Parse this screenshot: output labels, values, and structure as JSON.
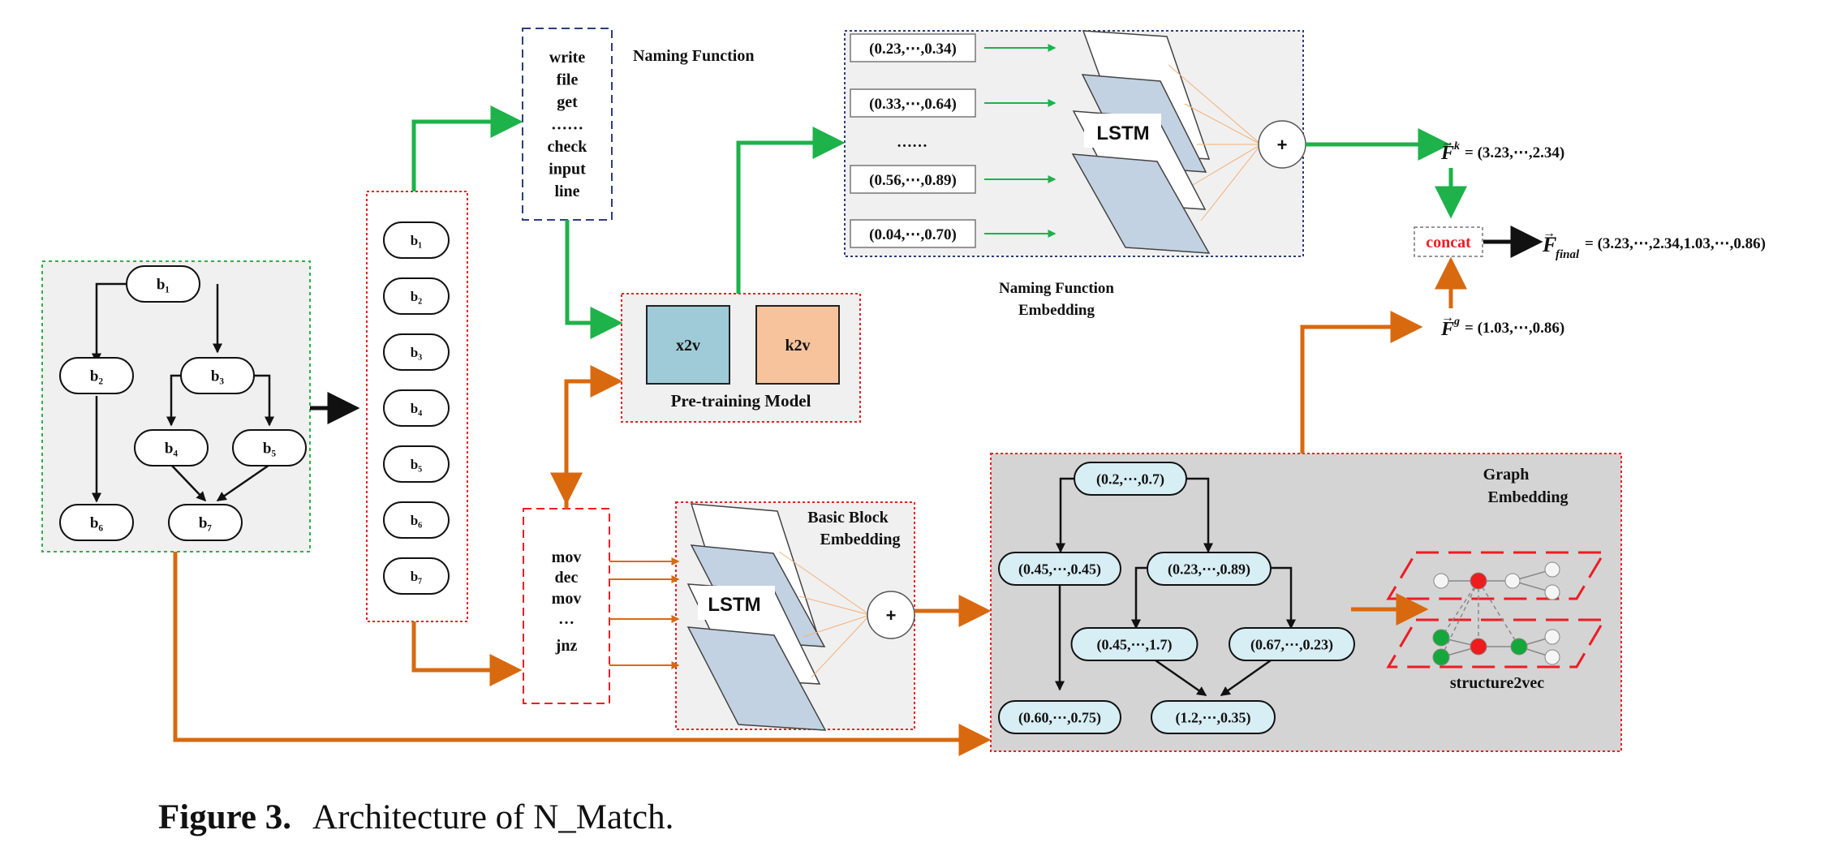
{
  "cfg": {
    "nodes": [
      "b₁",
      "b₂",
      "b₃",
      "b₄",
      "b₅",
      "b₆",
      "b₇"
    ]
  },
  "block_list": [
    "b₁",
    "b₂",
    "b₃",
    "b₄",
    "b₅",
    "b₆",
    "b₇"
  ],
  "naming": {
    "title": "Naming Function",
    "words": [
      "write",
      "file",
      "get",
      "……",
      "check",
      "input",
      "line"
    ]
  },
  "pretrain": {
    "label": "Pre-training Model",
    "x2v": "x2v",
    "k2v": "k2v",
    "x2v_color": "#9ecbd7",
    "k2v_color": "#f6c39d"
  },
  "naming_embedding": {
    "vectors": [
      "(0.23,⋯,0.34)",
      "(0.33,⋯,0.64)",
      "……",
      "(0.56,⋯,0.89)",
      "(0.04,⋯,0.70)"
    ],
    "lstm": "LSTM",
    "plus": "+",
    "label_line1": "Naming Function",
    "label_line2": "Embedding"
  },
  "instructions": [
    "mov",
    "dec",
    "mov",
    "…",
    "jnz"
  ],
  "bb_embedding": {
    "label_line1": "Basic Block",
    "label_line2": "Embedding",
    "lstm": "LSTM",
    "plus": "+"
  },
  "graph_embedding": {
    "label_line1": "Graph",
    "label_line2": "Embedding",
    "nodes": [
      "(0.2,⋯,0.7)",
      "(0.45,⋯,0.45)",
      "(0.23,⋯,0.89)",
      "(0.45,⋯,1.7)",
      "(0.67,⋯,0.23)",
      "(0.60,⋯,0.75)",
      "(1.2,⋯,0.35)"
    ],
    "s2v_label": "structure2vec"
  },
  "outputs": {
    "fk": "= (3.23,⋯,2.34)",
    "fg": "= (1.03,⋯,0.86)",
    "concat": "concat",
    "ffinal": "= (3.23,⋯,2.34,1.03,⋯,0.86)",
    "fk_sup": "k",
    "fg_sup": "g",
    "final_sub": "final",
    "symbol": "F"
  },
  "colors": {
    "green_arrow": "#1db24a",
    "orange_arrow": "#d9690f",
    "red_dots": "#ee1c24",
    "navy_dash": "#2d3e7a",
    "node_fill": "#d7eef4",
    "panel_gray": "#d4d4d4",
    "panel_light": "#f0f0f0",
    "lstm_blue": "#c3d2e3",
    "red_node": "#ee1c1c",
    "green_node": "#14a83a"
  },
  "caption": {
    "label": "Figure 3.",
    "text": "Architecture of N_Match."
  }
}
